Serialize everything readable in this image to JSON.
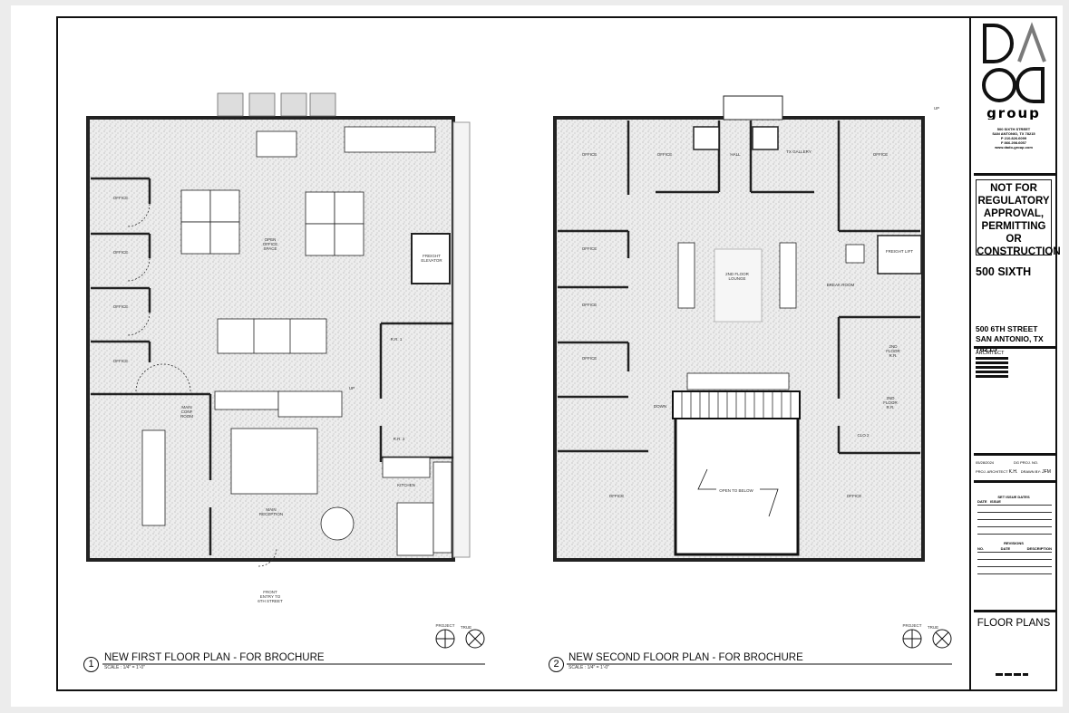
{
  "first_floor": {
    "number": "1",
    "title": "NEW FIRST FLOOR PLAN -  FOR BROCHURE",
    "scale": "SCALE : 1/4\" = 1'-0\"",
    "rooms": [
      "OFFICE",
      "OFFICE",
      "OFFICE",
      "OFFICE",
      "OPEN OFFICE SPACE",
      "FREIGHT ELEVATOR",
      "MAIN CONF ROOM",
      "MAIN RECEPTION",
      "KITCHEN",
      "R.R. 1",
      "R.R. 2",
      "UP"
    ],
    "entry_label": "FRONT ENTRY TO 6TH STREET",
    "north_labels": [
      "PROJECT",
      "TRUE"
    ]
  },
  "second_floor": {
    "number": "2",
    "title": "NEW SECOND FLOOR PLAN - FOR BROCHURE",
    "scale": "SCALE : 1/4\" = 1'-0\"",
    "rooms": [
      "OFFICE",
      "OFFICE",
      "HALL",
      "TX GALLERY",
      "OFFICE",
      "2ND FLOOR LOUNGE",
      "FREIGHT LIFT",
      "BREAK ROOM",
      "OFFICE",
      "OFFICE",
      "OFFICE",
      "2ND FLOOR R.R.",
      "2ND FLOOR R.R.",
      "CLO 2",
      "OFFICE",
      "OFFICE"
    ],
    "open_to_below": "OPEN TO BELOW",
    "down": "DOWN",
    "up": "UP",
    "north_labels": [
      "PROJECT",
      "TRUE"
    ]
  },
  "title_block": {
    "logo": "DADO group",
    "firm_address": [
      "500 SIXTH STREET",
      "SAN ANTONIO, TX 78215",
      "P 210.826.6099",
      "F 866.298.6057",
      "www.dado-group.com"
    ],
    "notice": "NOT FOR REGULATORY APPROVAL, PERMITTING OR CONSTRUCTION",
    "project_name": "500 SIXTH",
    "project_address": [
      "500 6TH STREET",
      "SAN ANTONIO, TX 78215"
    ],
    "architect_heading": "ARCHITECT",
    "date": "05/28/2024",
    "project_no_label": "DG PROJ. NO.",
    "proj_architect_label": "PROJ. ARCHITECT",
    "proj_architect": "K.H.",
    "drawn_by_label": "DRAWN BY:",
    "drawn_by": "JFM",
    "set_issue_heading": "SET ISSUE DATES",
    "set_issue_cols": [
      "DATE",
      "ISSUE"
    ],
    "revisions_heading": "REVISIONS",
    "revisions_cols": [
      "NO.",
      "DATE",
      "DESCRIPTION"
    ],
    "sheet_title": "FLOOR PLANS"
  },
  "colors": {
    "ink": "#111111",
    "floor_fill": "#e4e4e4",
    "logo_gray": "#7a7a7a"
  }
}
